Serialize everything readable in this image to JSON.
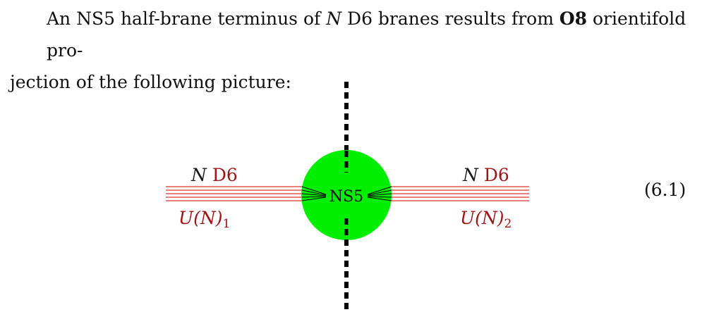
{
  "paragraph": {
    "line1_pre": "An NS5 half-brane terminus of ",
    "line1_N": "N",
    "line1_mid": " D6 branes results from ",
    "line1_bold": "O8",
    "line1_post": " orientifold pro-",
    "line2": "jection of the following picture:"
  },
  "figure": {
    "center_label": "NS5",
    "left_top_N": "N",
    "left_top_D6": " D6",
    "left_bottom_main": "U(N)",
    "left_bottom_sub": "1",
    "right_top_N": "N",
    "right_top_D6": " D6",
    "right_bottom_main": "U(N)",
    "right_bottom_sub": "2",
    "colors": {
      "ns5_disk": "#00ee00",
      "d6_lines": "#e03030",
      "labels": "#a01414",
      "o8_dash": "#000000"
    }
  },
  "equation_number": "(6.1)"
}
